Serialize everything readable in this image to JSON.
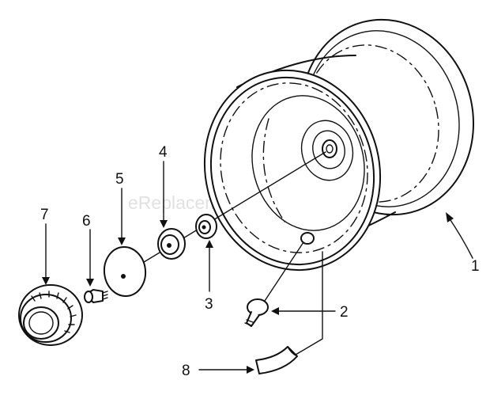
{
  "watermark": "eReplacementParts.com",
  "callouts": [
    {
      "id": "1",
      "label": "1"
    },
    {
      "id": "2",
      "label": "2"
    },
    {
      "id": "3",
      "label": "3"
    },
    {
      "id": "4",
      "label": "4"
    },
    {
      "id": "5",
      "label": "5"
    },
    {
      "id": "6",
      "label": "6"
    },
    {
      "id": "7",
      "label": "7"
    },
    {
      "id": "8",
      "label": "8"
    }
  ],
  "colors": {
    "line": "#111111",
    "background": "#ffffff",
    "watermark": "#c8c8c8"
  }
}
